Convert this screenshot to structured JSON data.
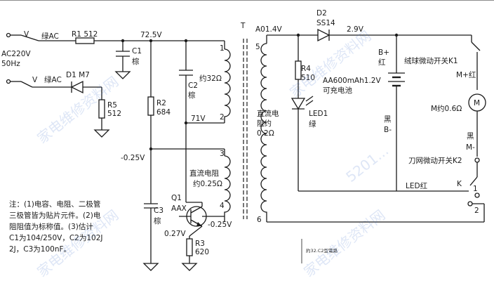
{
  "labels": {
    "input": [
      "AC220V",
      "50Hz"
    ],
    "wire_v": "V",
    "wire_green_ac": "绿AC",
    "wire_green_ac2": "绿AC",
    "r1": "R1 512",
    "v_72_5": "72.5V",
    "c1": [
      "C1",
      "棕"
    ],
    "d1": "D1 M7",
    "r5": [
      "R5",
      "512"
    ],
    "r2": [
      "R2",
      "684"
    ],
    "c2": [
      "C2",
      "棕"
    ],
    "about32": "约32Ω",
    "v_71": "71V",
    "v_neg025_a": "-0.25V",
    "c3": [
      "C3",
      "棕"
    ],
    "q1": [
      "Q1",
      "AAX"
    ],
    "v_027": "0.27V",
    "v_neg025_b": "-0.25V",
    "r3": [
      "R3",
      "620"
    ],
    "t": "T",
    "pin1": "1",
    "pin2": "2",
    "pin3": "3",
    "pin4": "4",
    "pin5": "5",
    "pin6": "6",
    "dc_res_right": [
      "直流电",
      "阻约",
      "0.2Ω"
    ],
    "dc_res_left": [
      "直流电阻",
      "约0.25Ω"
    ],
    "a01_4v": "A01.4V",
    "d2": [
      "D2",
      "SS14"
    ],
    "v_2_9": "2.9V",
    "r4": [
      "R4",
      "510"
    ],
    "led1": [
      "LED1",
      "绿"
    ],
    "battery": [
      "AA600mAh1.2V",
      "可充电池"
    ],
    "b_plus": [
      "B+",
      "红"
    ],
    "b_minus": [
      "黑",
      "B-"
    ],
    "k1": "绒球微动开关K1",
    "m_plus": "M+红",
    "motor": "M约0.6Ω",
    "m_minus": [
      "黑",
      "M-"
    ],
    "k2": "刀网微动开关K2",
    "led_red": "LED红",
    "k": "K",
    "k_1": "1",
    "k_2": "2",
    "motor_symbol": "M",
    "note": [
      "注：(1)电容、电阻、二极管",
      "三极管皆为贴片元件。(2)电",
      "阻阻值为标称值。(3)估计",
      "C1为104/250V，C2为102J",
      "2J，C3为100nF。"
    ],
    "bottom_tag": "約32.C2型電路"
  },
  "watermarks": [
    "家电维修资料网",
    "5201..."
  ]
}
